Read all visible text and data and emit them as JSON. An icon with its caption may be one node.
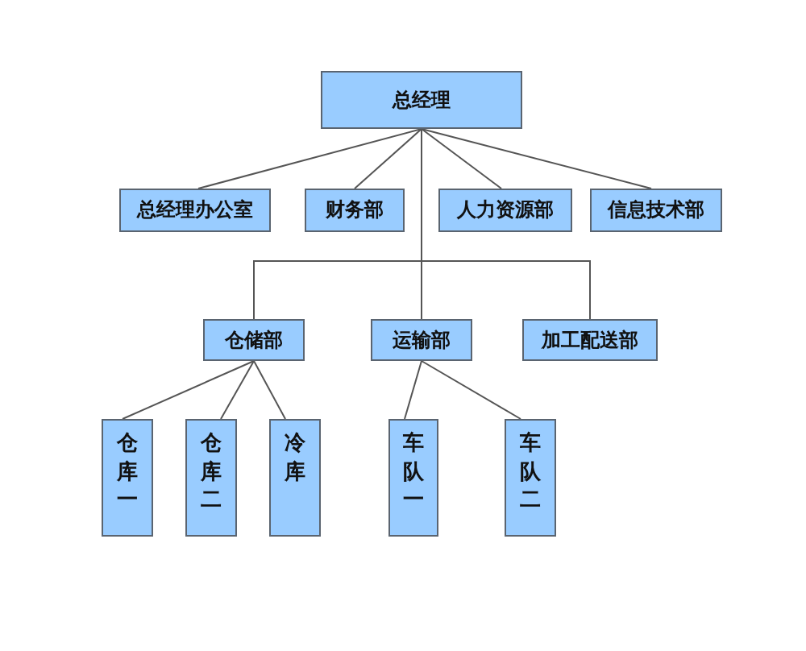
{
  "diagram": {
    "nodes": [
      {
        "text": [
          "总经理"
        ]
      },
      {
        "text": [
          "总经理办公室"
        ]
      },
      {
        "text": [
          "财务部"
        ]
      },
      {
        "text": [
          "人力资源部"
        ]
      },
      {
        "text": [
          "信息技术部"
        ]
      },
      {
        "text": [
          "仓储部"
        ]
      },
      {
        "text": [
          "运输部"
        ]
      },
      {
        "text": [
          "加工配送部"
        ]
      },
      {
        "text": [
          "仓库一"
        ]
      },
      {
        "text": [
          "仓库二"
        ]
      },
      {
        "text": [
          "冷库"
        ]
      },
      {
        "text": [
          "车队一"
        ]
      },
      {
        "text": [
          "车队二"
        ]
      }
    ],
    "edges": [
      {
        "from": 0,
        "to": 1,
        "arrow": "none"
      },
      {
        "from": 0,
        "to": 2,
        "arrow": "none"
      },
      {
        "from": 0,
        "to": 3,
        "arrow": "none"
      },
      {
        "from": 0,
        "to": 4,
        "arrow": "none"
      },
      {
        "from": 0,
        "to": 5,
        "arrow": "none"
      },
      {
        "from": 0,
        "to": 6,
        "arrow": "none"
      },
      {
        "from": 0,
        "to": 7,
        "arrow": "none"
      },
      {
        "from": 5,
        "to": 8,
        "arrow": "none"
      },
      {
        "from": 5,
        "to": 9,
        "arrow": "none"
      },
      {
        "from": 5,
        "to": 10,
        "arrow": "none"
      },
      {
        "from": 6,
        "to": 11,
        "arrow": "none"
      },
      {
        "from": 6,
        "to": 12,
        "arrow": "none"
      }
    ]
  }
}
